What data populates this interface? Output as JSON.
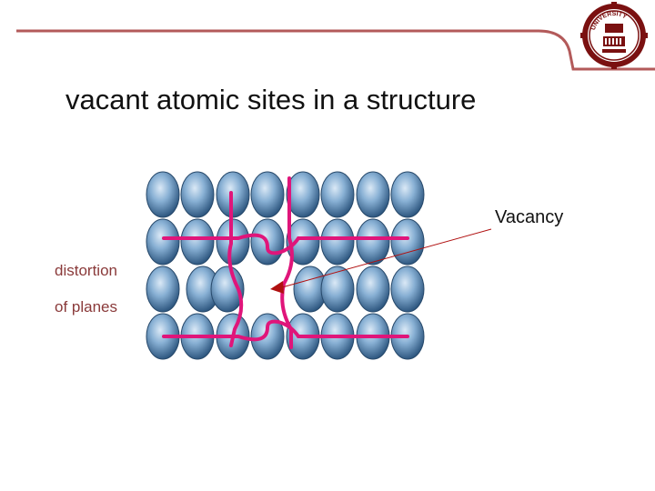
{
  "slide": {
    "title": "vacant atomic sites in a structure",
    "labels": {
      "vacancy": "Vacancy",
      "distortion_line1": "distortion",
      "distortion_line2": "of planes"
    },
    "logo": {
      "icon": "university-seal-icon",
      "text": "UNIVERSITY"
    },
    "colors": {
      "header_rule": "#b35a5a",
      "atom_light": "#cfe1f2",
      "atom_mid": "#6f9ec8",
      "atom_dark": "#2e5a85",
      "plane_line": "#e0157a",
      "arrow": "#b01010",
      "distortion_text": "#8a3a3a"
    }
  }
}
